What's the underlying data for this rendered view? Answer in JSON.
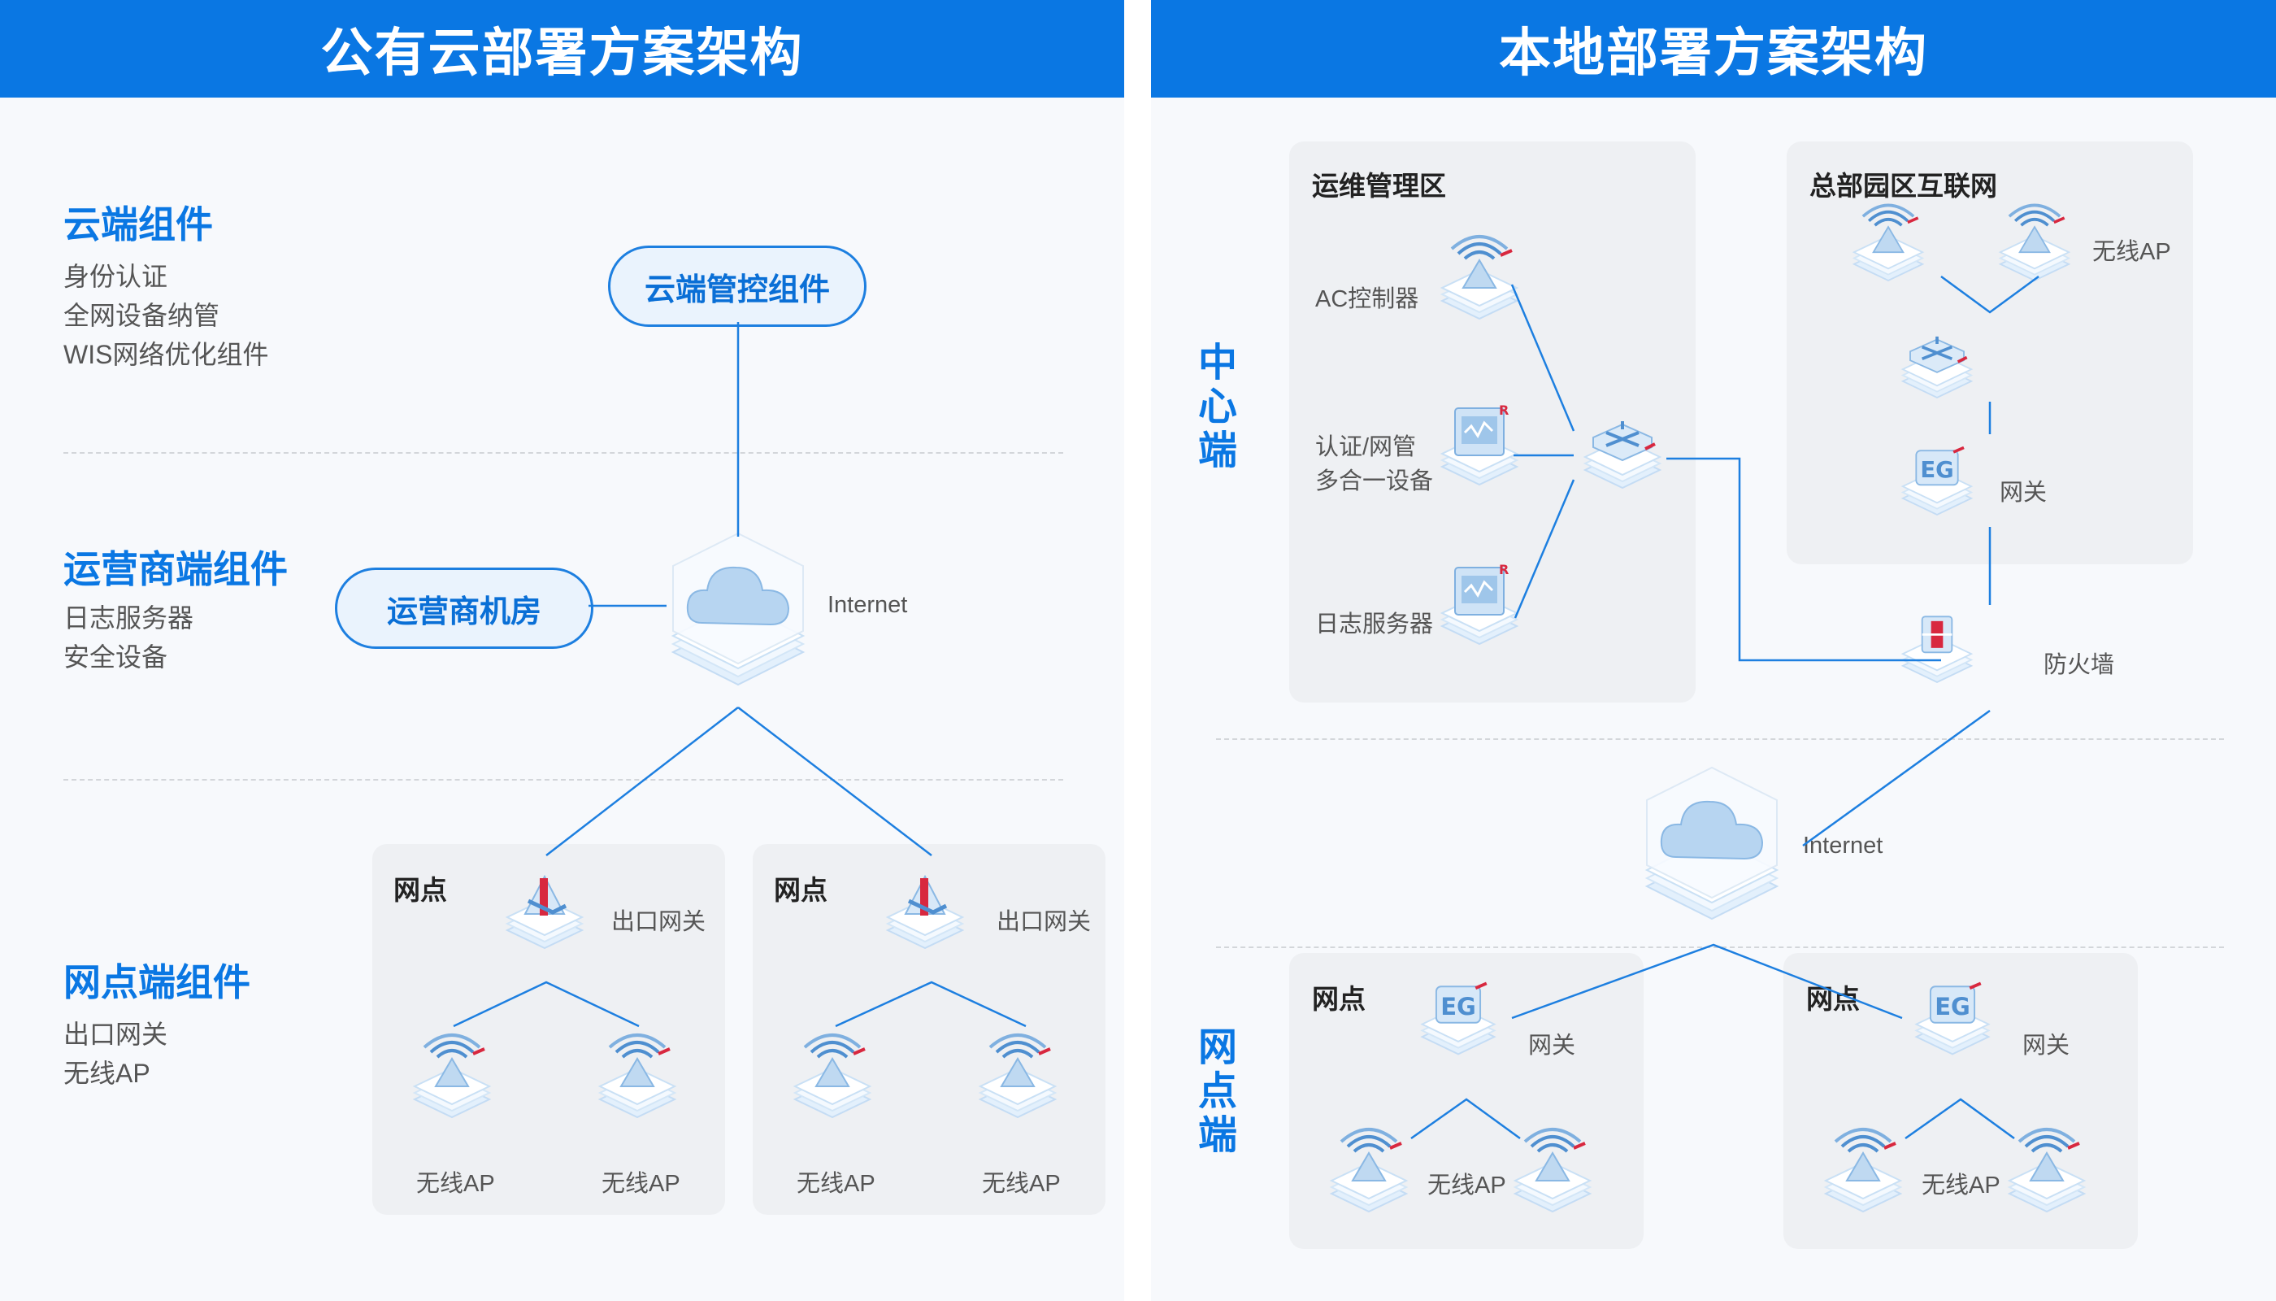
{
  "left": {
    "title": "公有云部署方案架构",
    "cloud_section": {
      "title": "云端组件",
      "items": [
        "身份认证",
        "全网设备纳管",
        "WIS网络优化组件"
      ]
    },
    "carrier_section": {
      "title": "运营商端组件",
      "items": [
        "日志服务器",
        "安全设备"
      ]
    },
    "branch_section": {
      "title": "网点端组件",
      "items": [
        "出口网关",
        "无线AP"
      ]
    },
    "cloud_control_pill": "云端管控组件",
    "carrier_room_pill": "运营商机房",
    "internet_label": "Internet",
    "branches": [
      {
        "title": "网点",
        "gateway_label": "出口网关",
        "ap1_label": "无线AP",
        "ap2_label": "无线AP"
      },
      {
        "title": "网点",
        "gateway_label": "出口网关",
        "ap1_label": "无线AP",
        "ap2_label": "无线AP"
      }
    ]
  },
  "right": {
    "title": "本地部署方案架构",
    "center_label": "中心端",
    "branch_side_label": "网点端",
    "ops_zone": {
      "title": "运维管理区",
      "ac_label": "AC控制器",
      "auth_label_1": "认证/网管",
      "auth_label_2": "多合一设备",
      "log_label": "日志服务器"
    },
    "hq_zone": {
      "title": "总部园区互联网",
      "ap_label": "无线AP",
      "gateway_label": "网关"
    },
    "firewall_label": "防火墙",
    "internet_label": "Internet",
    "branches": [
      {
        "title": "网点",
        "gateway_label": "网关",
        "ap_label": "无线AP"
      },
      {
        "title": "网点",
        "gateway_label": "网关",
        "ap_label": "无线AP"
      }
    ]
  },
  "colors": {
    "header": "#0a77e3",
    "accent": "#0a77e3",
    "line": "#1d7fe0",
    "box": "#eef0f3",
    "red_accent": "#d8283f"
  }
}
